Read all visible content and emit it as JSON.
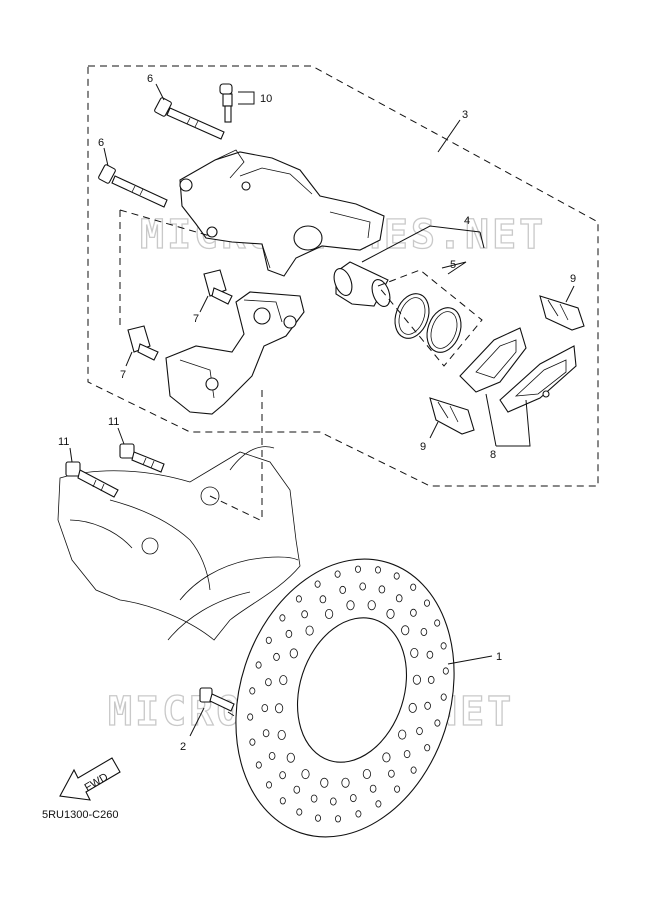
{
  "diagram": {
    "part_code": "5RU1300-C260",
    "watermark": "MICROTICHES.NET",
    "fwd_label": "FWD",
    "callouts": [
      {
        "id": "c1",
        "label": "1"
      },
      {
        "id": "c2",
        "label": "2"
      },
      {
        "id": "c3",
        "label": "3"
      },
      {
        "id": "c4",
        "label": "4"
      },
      {
        "id": "c5",
        "label": "5"
      },
      {
        "id": "c6a",
        "label": "6"
      },
      {
        "id": "c6b",
        "label": "6"
      },
      {
        "id": "c7a",
        "label": "7"
      },
      {
        "id": "c7b",
        "label": "7"
      },
      {
        "id": "c8",
        "label": "8"
      },
      {
        "id": "c9a",
        "label": "9"
      },
      {
        "id": "c9b",
        "label": "9"
      },
      {
        "id": "c10",
        "label": "10"
      },
      {
        "id": "c11a",
        "label": "11"
      },
      {
        "id": "c11b",
        "label": "11"
      }
    ]
  }
}
